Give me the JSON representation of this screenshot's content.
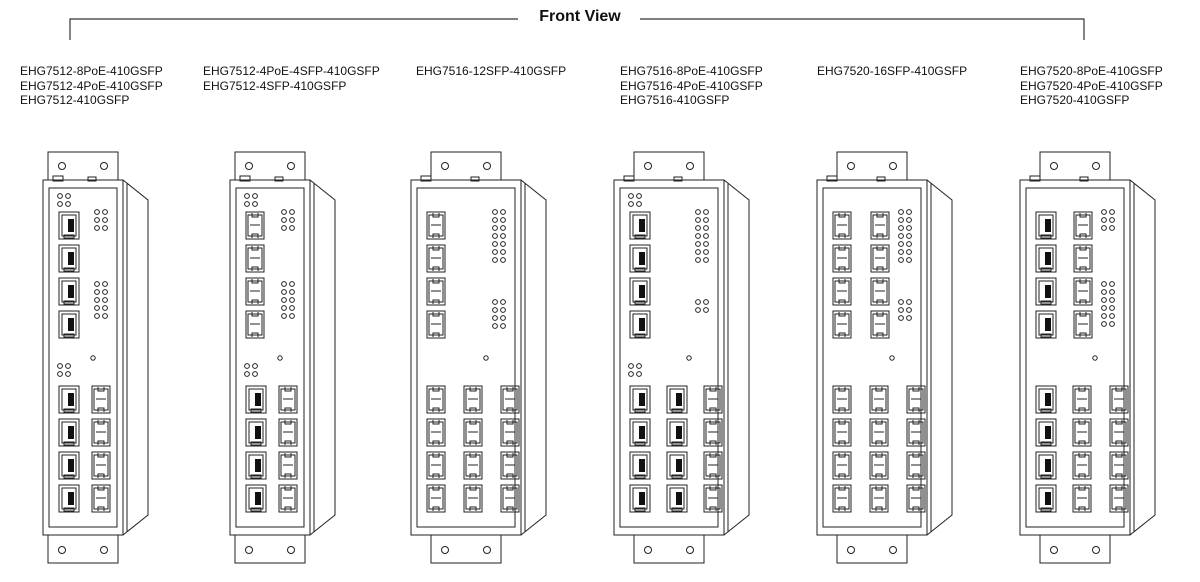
{
  "title": "Front View",
  "units": [
    {
      "models": [
        "EHG7512-8PoE-410GSFP",
        "EHG7512-4PoE-410GSFP",
        "EHG7512-410GSFP"
      ],
      "top_ports": [
        "rj45",
        "rj45",
        "rj45",
        "rj45"
      ],
      "top_led_rows": [
        3,
        5
      ],
      "bottom_cols": [
        [
          "rj45",
          "rj45",
          "rj45",
          "rj45"
        ],
        [
          "sfp",
          "sfp",
          "sfp",
          "sfp"
        ]
      ],
      "bottom_leds": true
    },
    {
      "models": [
        "EHG7512-4PoE-4SFP-410GSFP",
        "EHG7512-4SFP-410GSFP"
      ],
      "top_ports": [
        "sfp",
        "sfp",
        "sfp",
        "sfp"
      ],
      "top_led_rows": [
        3,
        5
      ],
      "bottom_cols": [
        [
          "rj45",
          "rj45",
          "rj45",
          "rj45"
        ],
        [
          "sfp",
          "sfp",
          "sfp",
          "sfp"
        ]
      ],
      "bottom_leds": true
    },
    {
      "models": [
        "EHG7516-12SFP-410GSFP"
      ],
      "top_ports": [
        "sfp",
        "sfp",
        "sfp",
        "sfp"
      ],
      "top_led_rows": [
        7,
        4
      ],
      "bottom_cols": [
        [
          "sfp",
          "sfp",
          "sfp",
          "sfp"
        ],
        [
          "sfp",
          "sfp",
          "sfp",
          "sfp"
        ],
        [
          "sfp",
          "sfp",
          "sfp",
          "sfp"
        ]
      ],
      "bottom_leds": false
    },
    {
      "models": [
        "EHG7516-8PoE-410GSFP",
        "EHG7516-4PoE-410GSFP",
        "EHG7516-410GSFP"
      ],
      "top_ports": [
        "rj45",
        "rj45",
        "rj45",
        "rj45"
      ],
      "top_led_rows": [
        7,
        2
      ],
      "bottom_cols": [
        [
          "rj45",
          "rj45",
          "rj45",
          "rj45"
        ],
        [
          "rj45",
          "rj45",
          "rj45",
          "rj45"
        ],
        [
          "sfp",
          "sfp",
          "sfp",
          "sfp"
        ]
      ],
      "bottom_leds": true
    },
    {
      "models": [
        "EHG7520-16SFP-410GSFP"
      ],
      "top_ports": [
        "sfp",
        "sfp",
        "sfp",
        "sfp"
      ],
      "top_ports2": [
        "sfp",
        "sfp",
        "sfp",
        "sfp"
      ],
      "top_led_rows": [
        7,
        3
      ],
      "bottom_cols": [
        [
          "sfp",
          "sfp",
          "sfp",
          "sfp"
        ],
        [
          "sfp",
          "sfp",
          "sfp",
          "sfp"
        ],
        [
          "sfp",
          "sfp",
          "sfp",
          "sfp"
        ]
      ],
      "bottom_leds": false
    },
    {
      "models": [
        "EHG7520-8PoE-410GSFP",
        "EHG7520-4PoE-410GSFP",
        "EHG7520-410GSFP"
      ],
      "top_ports": [
        "rj45",
        "rj45",
        "rj45",
        "rj45"
      ],
      "top_ports2": [
        "sfp",
        "sfp",
        "sfp",
        "sfp"
      ],
      "top_led_rows": [
        3,
        6
      ],
      "bottom_cols": [
        [
          "rj45",
          "rj45",
          "rj45",
          "rj45"
        ],
        [
          "sfp",
          "sfp",
          "sfp",
          "sfp"
        ],
        [
          "sfp",
          "sfp",
          "sfp",
          "sfp"
        ]
      ],
      "bottom_leds": false
    }
  ]
}
